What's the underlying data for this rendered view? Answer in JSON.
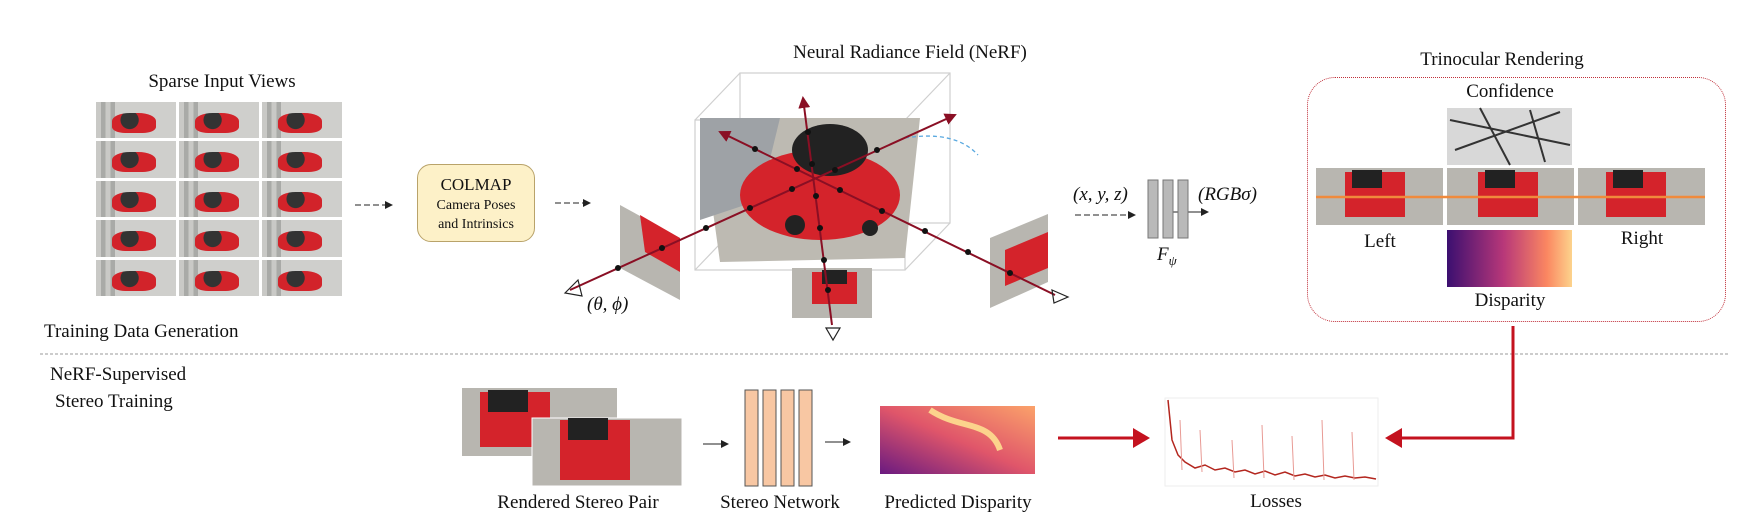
{
  "colors": {
    "accent_red": "#b30f1c",
    "frame_grey": "#cfcfcf",
    "colmap_fill": "#fdf1c8",
    "network_fill": "#f8c7a3",
    "feature_bar": "#b9b9b9"
  },
  "training_data_generation": {
    "section_label": "Training Data Generation",
    "sparse_input_views": {
      "title": "Sparse Input Views"
    },
    "colmap": {
      "title": "COLMAP",
      "line1": "Camera Poses",
      "line2": "and Intrinsics"
    },
    "nerf": {
      "title": "Neural Radiance Field (NeRF)",
      "view_direction": "(θ, ϕ)"
    },
    "mlp": {
      "input": "(x, y, z)",
      "output": "(RGBσ)",
      "name": "F",
      "name_sub": "ψ"
    },
    "trinocular": {
      "title": "Trinocular Rendering",
      "confidence": "Confidence",
      "left": "Left",
      "right": "Right",
      "disparity": "Disparity"
    }
  },
  "stereo_training": {
    "section_label_line1": "NeRF-Supervised",
    "section_label_line2": "Stereo Training",
    "rendered_pair": "Rendered Stereo Pair",
    "network": "Stereo Network",
    "predicted": "Predicted Disparity",
    "losses": "Losses"
  }
}
